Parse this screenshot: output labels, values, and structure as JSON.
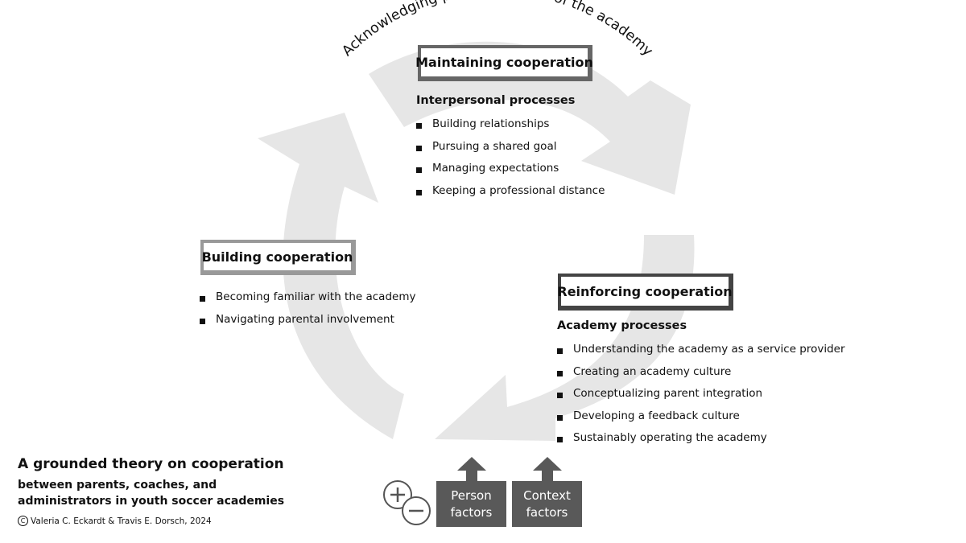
{
  "arc_label": "Acknowledging parents as part of the academy",
  "maintaining": {
    "title": "Maintaining cooperation",
    "heading": "Interpersonal processes",
    "items": [
      "Building relationships",
      "Pursuing a shared goal",
      "Managing expectations",
      "Keeping a professional distance"
    ]
  },
  "building": {
    "title": "Building cooperation",
    "items": [
      "Becoming familiar with the academy",
      "Navigating parental involvement"
    ]
  },
  "reinforcing": {
    "title": "Reinforcing cooperation",
    "heading": "Academy processes",
    "items": [
      "Understanding the academy as a service provider",
      "Creating an academy culture",
      "Conceptualizing parent integration",
      "Developing a feedback culture",
      "Sustainably operating the academy"
    ]
  },
  "theory": {
    "title": "A grounded theory on cooperation",
    "subtitle_line1": "between parents, coaches, and",
    "subtitle_line2": "administrators in youth soccer academies",
    "credit": "Valeria C. Eckardt & Travis E. Dorsch, 2024"
  },
  "factors": {
    "person_line1": "Person",
    "person_line2": "factors",
    "context_line1": "Context",
    "context_line2": "factors"
  },
  "colors": {
    "cycle_arrows": "#e6e6e6",
    "factor_fill": "#595959",
    "maintaining_border": "#666666",
    "building_border": "#999999",
    "reinforcing_border": "#444444"
  },
  "icons": [
    "plus-circle-icon",
    "minus-circle-icon",
    "up-arrow-icon",
    "copyright-icon"
  ]
}
